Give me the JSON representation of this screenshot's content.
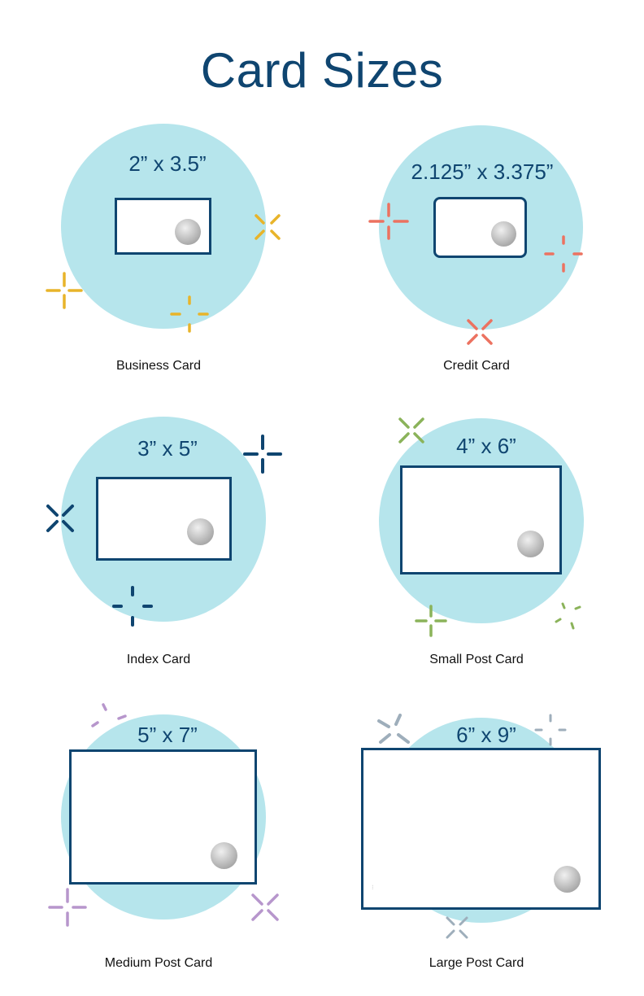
{
  "title": "Card Sizes",
  "colors": {
    "navy": "#0f4570",
    "circle": "#b6e5ec",
    "yellow": "#e8b42a",
    "coral": "#ec7260",
    "green": "#8bb35a",
    "purple": "#b796cc",
    "gray": "#9eaebb"
  },
  "cards": [
    {
      "size": "2” x 3.5”",
      "name": "Business Card"
    },
    {
      "size": "2.125” x 3.375”",
      "name": "Credit Card"
    },
    {
      "size": "3” x 5”",
      "name": "Index Card"
    },
    {
      "size": "4” x 6”",
      "name": "Small Post Card"
    },
    {
      "size": "5” x 7”",
      "name": "Medium Post Card"
    },
    {
      "size": "6” x 9”",
      "name": "Large Post Card"
    }
  ]
}
